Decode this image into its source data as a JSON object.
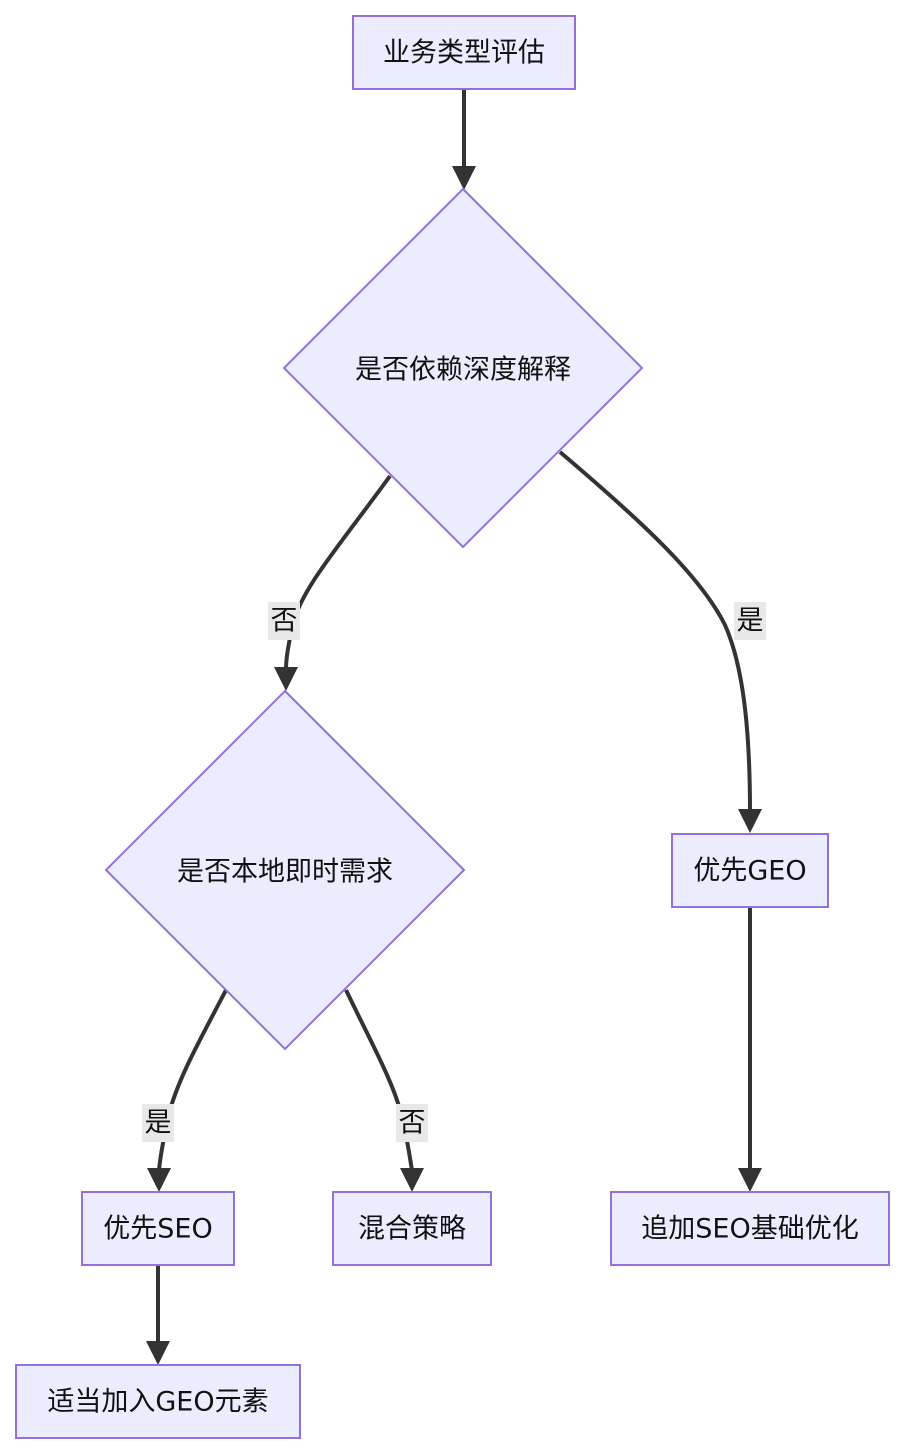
{
  "diagram": {
    "type": "flowchart",
    "colors": {
      "node_fill": "#ECECFF",
      "node_border": "#9370DB",
      "edge": "#333333",
      "label_bg": "#e8e8e8"
    },
    "nodes": {
      "start": {
        "label": "业务类型评估",
        "shape": "rect"
      },
      "deep_explain": {
        "label": "是否依赖深度解释",
        "shape": "diamond"
      },
      "local_instant": {
        "label": "是否本地即时需求",
        "shape": "diamond"
      },
      "prefer_geo": {
        "label": "优先GEO",
        "shape": "rect"
      },
      "prefer_seo": {
        "label": "优先SEO",
        "shape": "rect"
      },
      "hybrid": {
        "label": "混合策略",
        "shape": "rect"
      },
      "add_geo": {
        "label": "适当加入GEO元素",
        "shape": "rect"
      },
      "add_seo": {
        "label": "追加SEO基础优化",
        "shape": "rect"
      }
    },
    "edges": [
      {
        "from": "start",
        "to": "deep_explain",
        "label": ""
      },
      {
        "from": "deep_explain",
        "to": "local_instant",
        "label": "否"
      },
      {
        "from": "deep_explain",
        "to": "prefer_geo",
        "label": "是"
      },
      {
        "from": "local_instant",
        "to": "prefer_seo",
        "label": "是"
      },
      {
        "from": "local_instant",
        "to": "hybrid",
        "label": "否"
      },
      {
        "from": "prefer_seo",
        "to": "add_geo",
        "label": ""
      },
      {
        "from": "prefer_geo",
        "to": "add_seo",
        "label": ""
      }
    ],
    "edge_labels": {
      "deep_no": "否",
      "deep_yes": "是",
      "local_yes": "是",
      "local_no": "否"
    }
  }
}
